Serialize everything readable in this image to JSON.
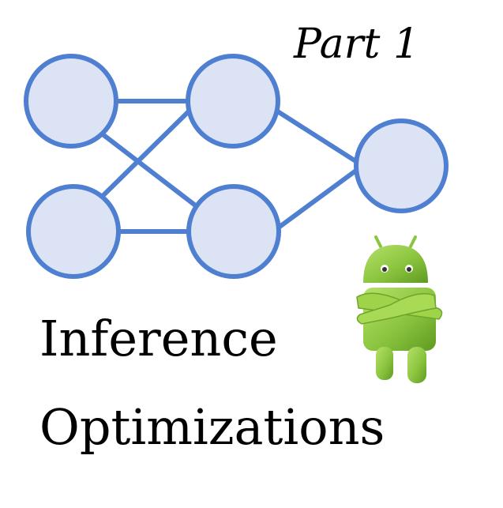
{
  "part_label": "Part 1",
  "title": {
    "line1": "Inference",
    "line2": "Optimizations"
  },
  "network": {
    "node_fill": "#dbe3f5",
    "edge_color": "#4f7fd0",
    "layers": [
      2,
      2,
      1
    ]
  },
  "mascot": {
    "icon": "android-robot-icon",
    "body_color": "#8bc53f"
  }
}
